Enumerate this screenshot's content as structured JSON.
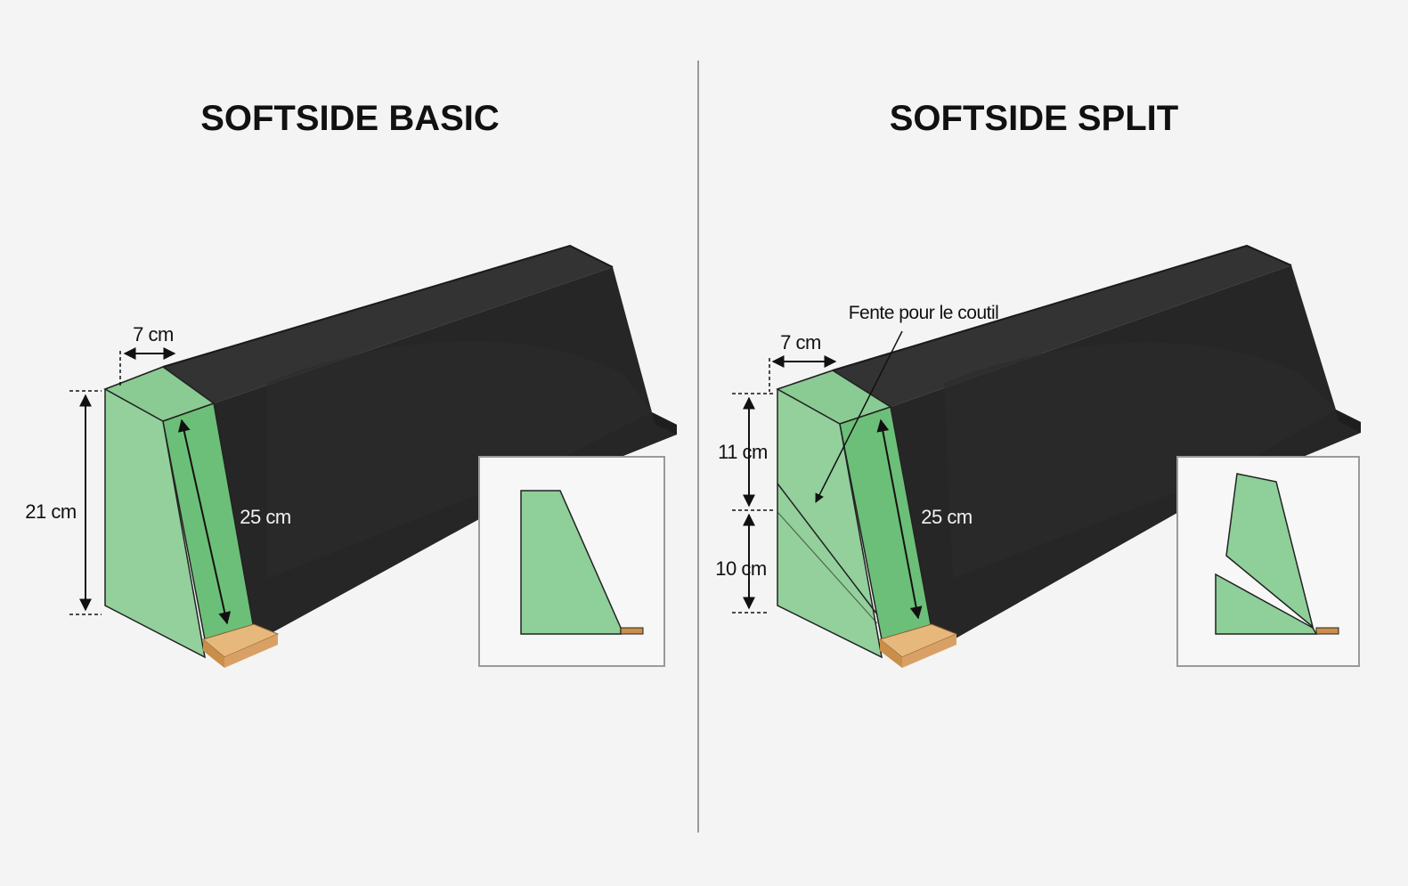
{
  "panels": [
    {
      "title": "SOFTSIDE BASIC",
      "dimensions": {
        "top_width": "7 cm",
        "height": "21 cm",
        "slope_length": "25 cm"
      }
    },
    {
      "title": "SOFTSIDE SPLIT",
      "dimensions": {
        "top_width": "7 cm",
        "upper_height": "11 cm",
        "lower_height": "10 cm",
        "slope_length": "25 cm"
      },
      "callout": "Fente pour le coutil"
    }
  ],
  "colors": {
    "background": "#f4f4f4",
    "foam_green": "#8fcf99",
    "foam_green_dark": "#5db46d",
    "bolster_black": "#262626",
    "wood": "#d9a66a",
    "divider": "#9a9a9a"
  }
}
